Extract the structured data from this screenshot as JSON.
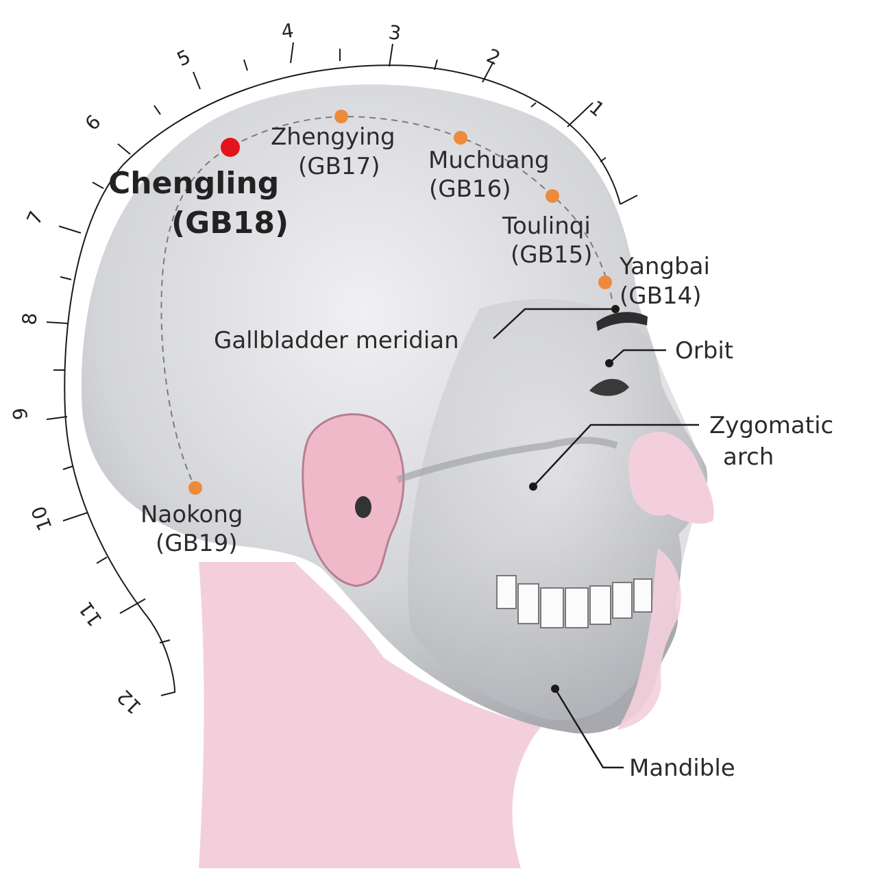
{
  "colors": {
    "highlight_point": "#e3151b",
    "acupoint": "#ee8a3c",
    "leader_line": "#1a1a1a",
    "skin": "#f3cfdc",
    "skull": "#d9dadd"
  },
  "scale": {
    "front": [
      "1",
      "2",
      "3",
      "4",
      "5",
      "6",
      "7",
      "8",
      "9",
      "10",
      "11",
      "12"
    ]
  },
  "points": {
    "highlight": {
      "name": "Chengling",
      "code": "(GB18)"
    },
    "gb17": {
      "name": "Zhengying",
      "code": "(GB17)"
    },
    "gb16": {
      "name": "Muchuang",
      "code": "(GB16)"
    },
    "gb15": {
      "name": "Toulinqi",
      "code": "(GB15)"
    },
    "gb14": {
      "name": "Yangbai",
      "code": "(GB14)"
    },
    "gb19": {
      "name": "Naokong",
      "code": "(GB19)"
    }
  },
  "anatomy": {
    "meridian": "Gallbladder meridian",
    "orbit": "Orbit",
    "zygomatic_line1": "Zygomatic",
    "zygomatic_line2": "arch",
    "mandible": "Mandible"
  }
}
